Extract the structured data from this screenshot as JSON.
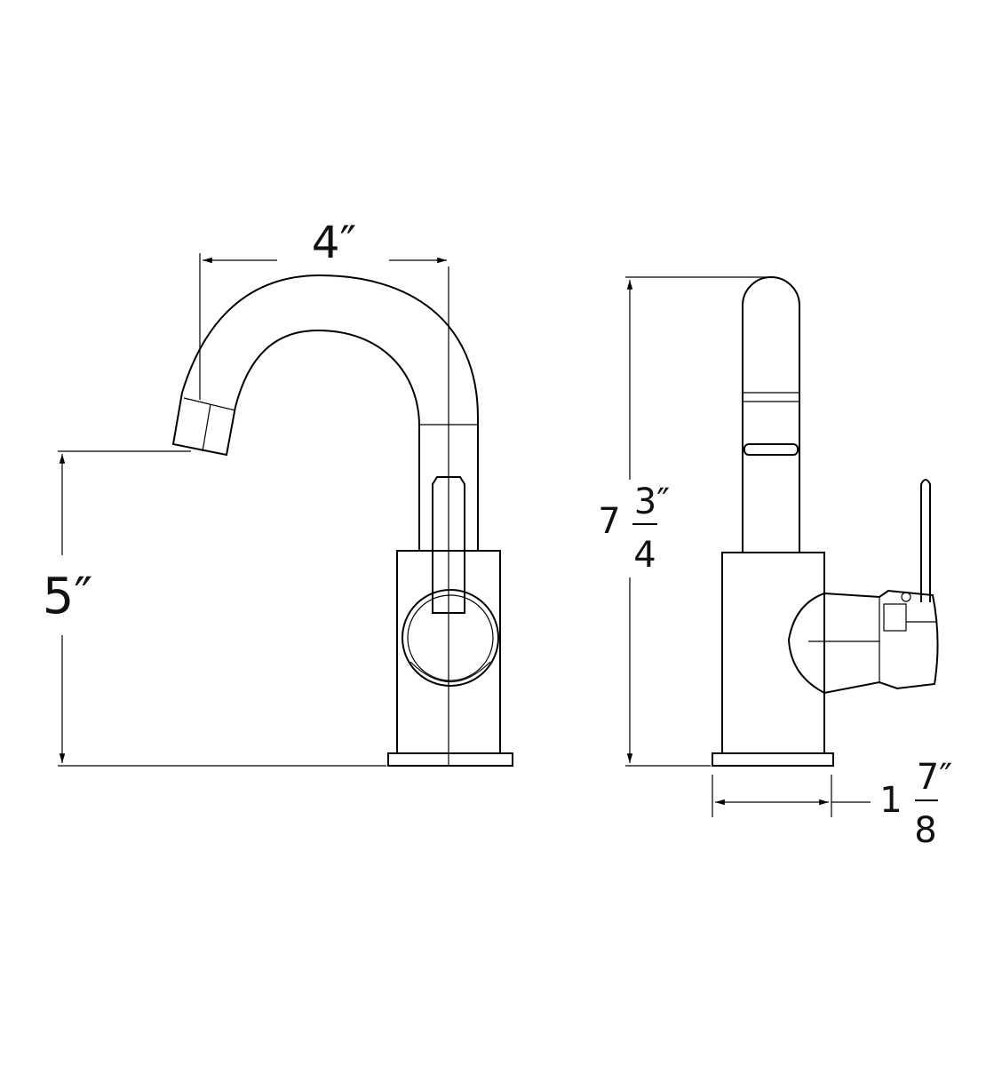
{
  "drawing": {
    "front_view": {
      "spout_reach_label": "4″",
      "spout_height_label": "5″"
    },
    "side_view": {
      "height_whole": "7",
      "height_numerator": "3″",
      "height_denominator": "4",
      "base_whole": "1",
      "base_numerator": "7″",
      "base_denominator": "8"
    },
    "line_color": "#000000"
  }
}
